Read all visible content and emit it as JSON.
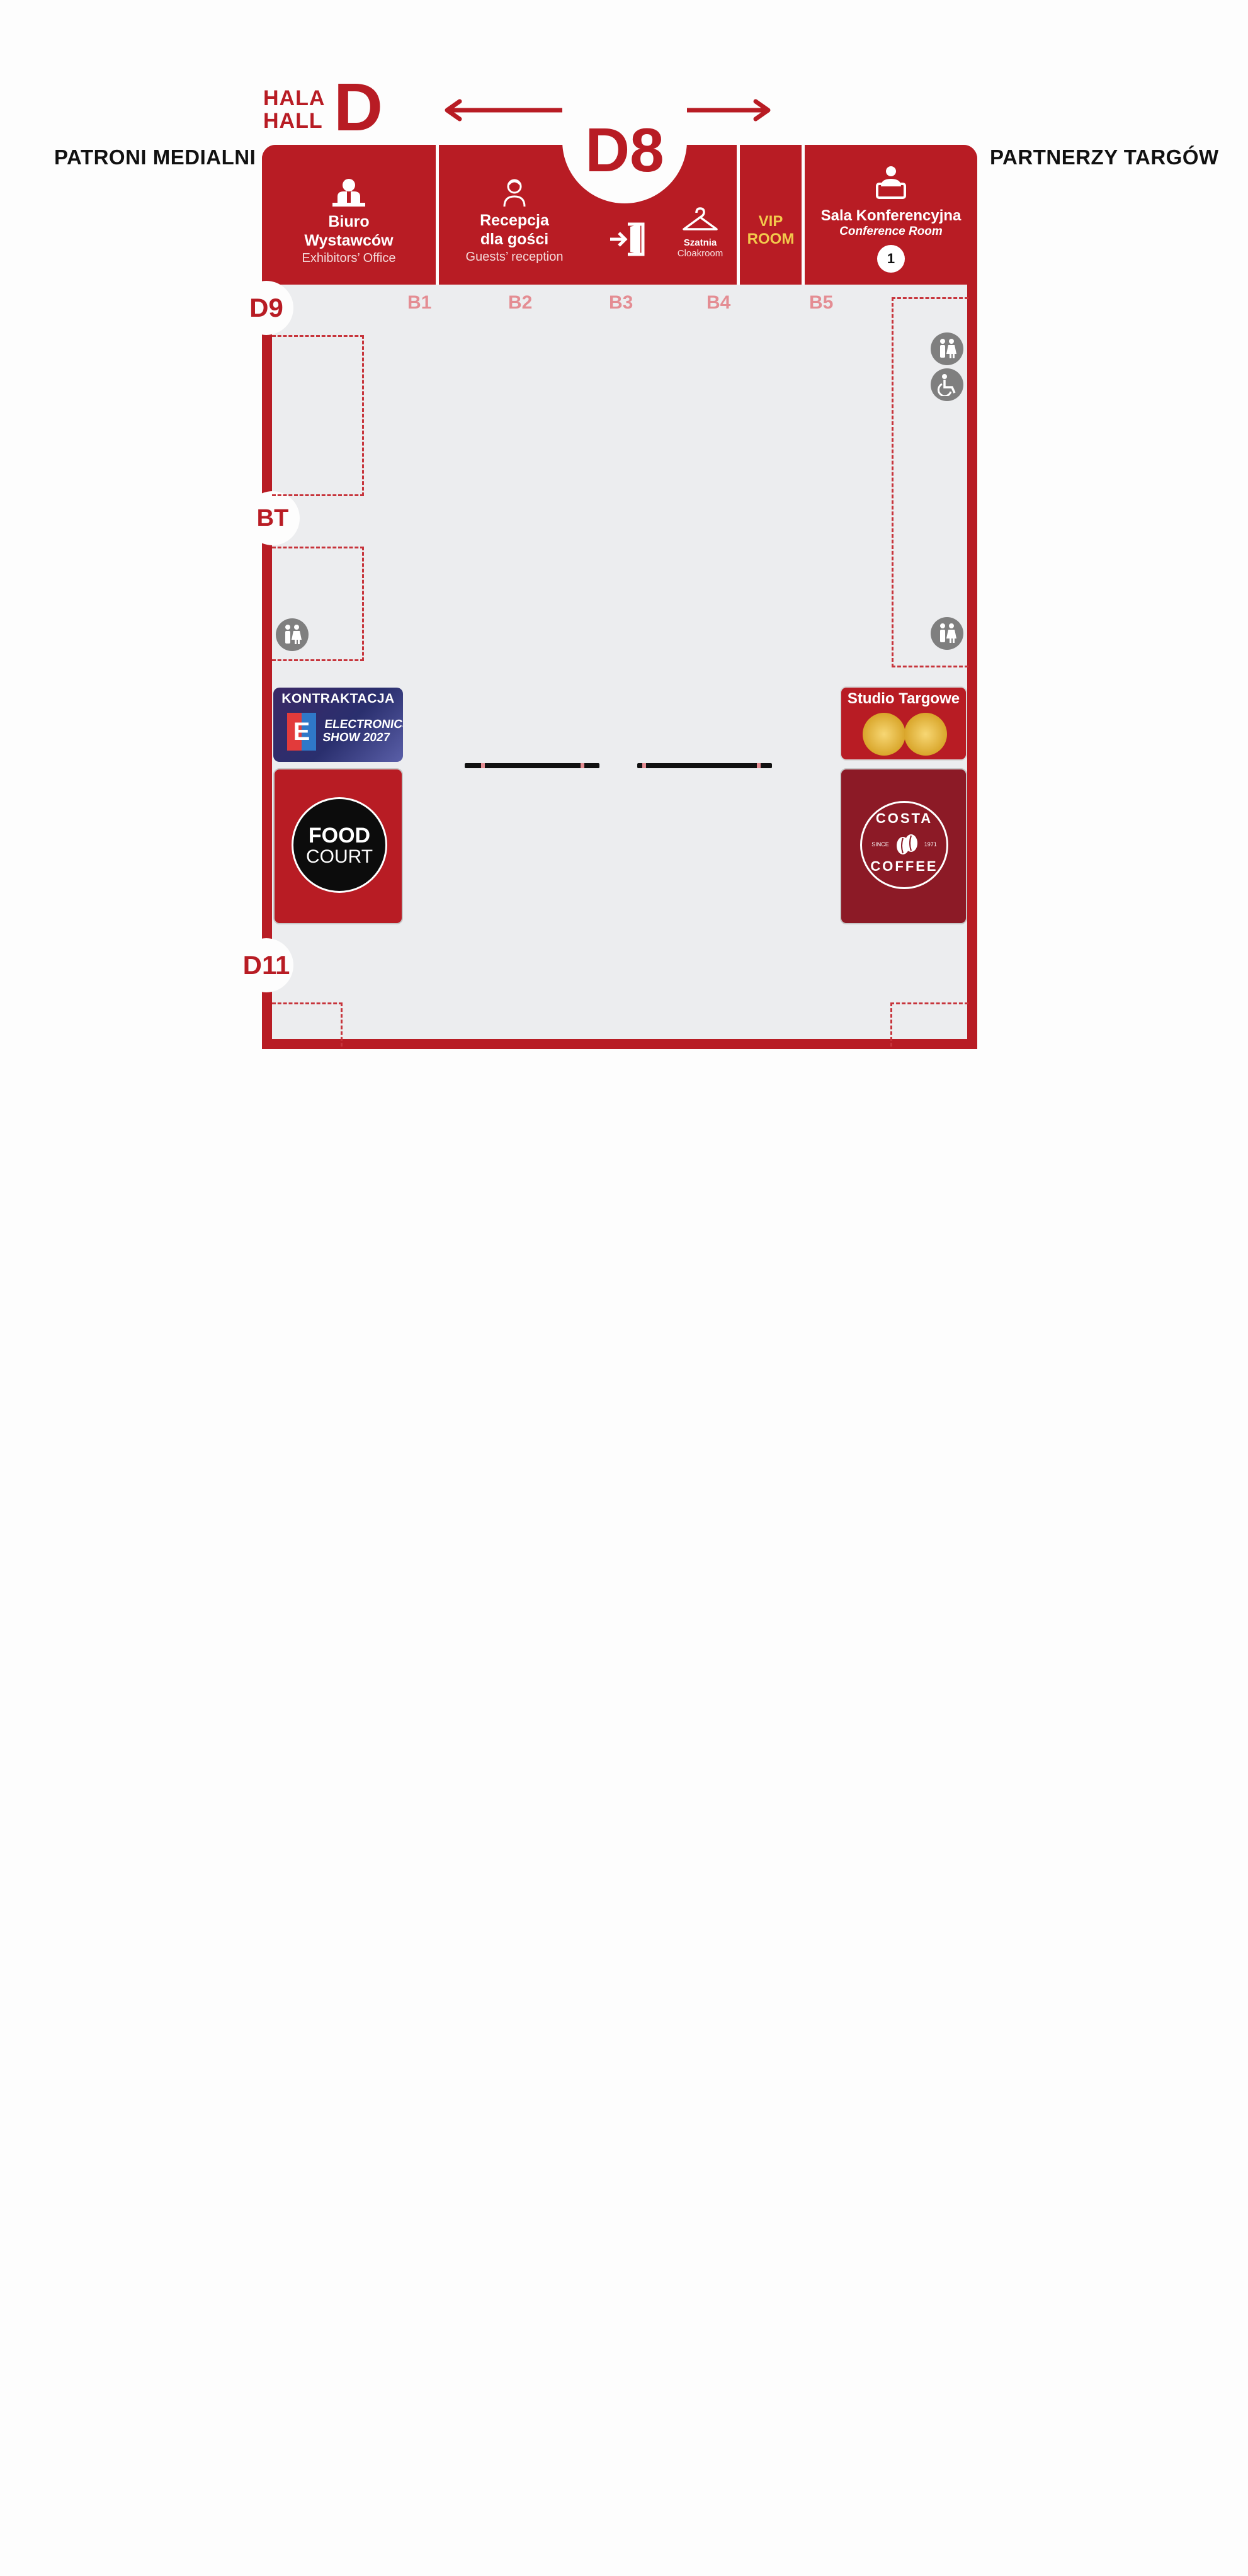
{
  "header": {
    "hall_pl": "HALA",
    "hall_en": "HALL",
    "hall_letter": "D",
    "left_label": "PATRONI MEDIALNI",
    "right_label": "PARTNERZY TARGÓW"
  },
  "gates": {
    "top": "D8",
    "left_top": "D9",
    "left_mid": "BT",
    "left_bottom": "D11"
  },
  "rooms": {
    "office": {
      "title_1": "Biuro",
      "title_2": "Wystawców",
      "sub": "Exhibitors’ Office",
      "icon": "person-desk-icon"
    },
    "reception": {
      "title_1": "Recepcja",
      "title_2": "dla gości",
      "sub": "Guests’ reception",
      "icon": "receptionist-icon"
    },
    "entrance_icon": "entrance-icon",
    "cloakroom": {
      "title": "Szatnia",
      "sub": "Cloakroom",
      "icon": "hanger-icon"
    },
    "vip": {
      "line1": "VIP",
      "line2": "ROOM"
    },
    "conference": {
      "title": "Sala Konferencyjna",
      "sub": "Conference Room",
      "number": "1",
      "icon": "speaker-icon"
    }
  },
  "stands": [
    "B1",
    "B2",
    "B3",
    "B4",
    "B5"
  ],
  "booths": {
    "kontraktacja": {
      "title": "KONTRAKTACJA",
      "logo_letter": "E",
      "line1": "ELECTRONICS",
      "line2": "SHOW 2027"
    },
    "studio": {
      "title": "Studio Targowe"
    },
    "food": {
      "line1": "FOOD",
      "line2": "COURT"
    },
    "coffee": {
      "line1": "COSTA",
      "line2": "COFFEE",
      "since": "SINCE",
      "year": "1971"
    }
  },
  "icons": {
    "restroom": "restroom-icon",
    "accessible": "accessible-icon",
    "arrow": "double-arrow-icon"
  },
  "colors": {
    "brand_red": "#b81c24",
    "floor": "#ecedef",
    "stand_label": "#e48d93",
    "vip_gold": "#f2c94c",
    "coffee_red": "#8c1a26"
  }
}
